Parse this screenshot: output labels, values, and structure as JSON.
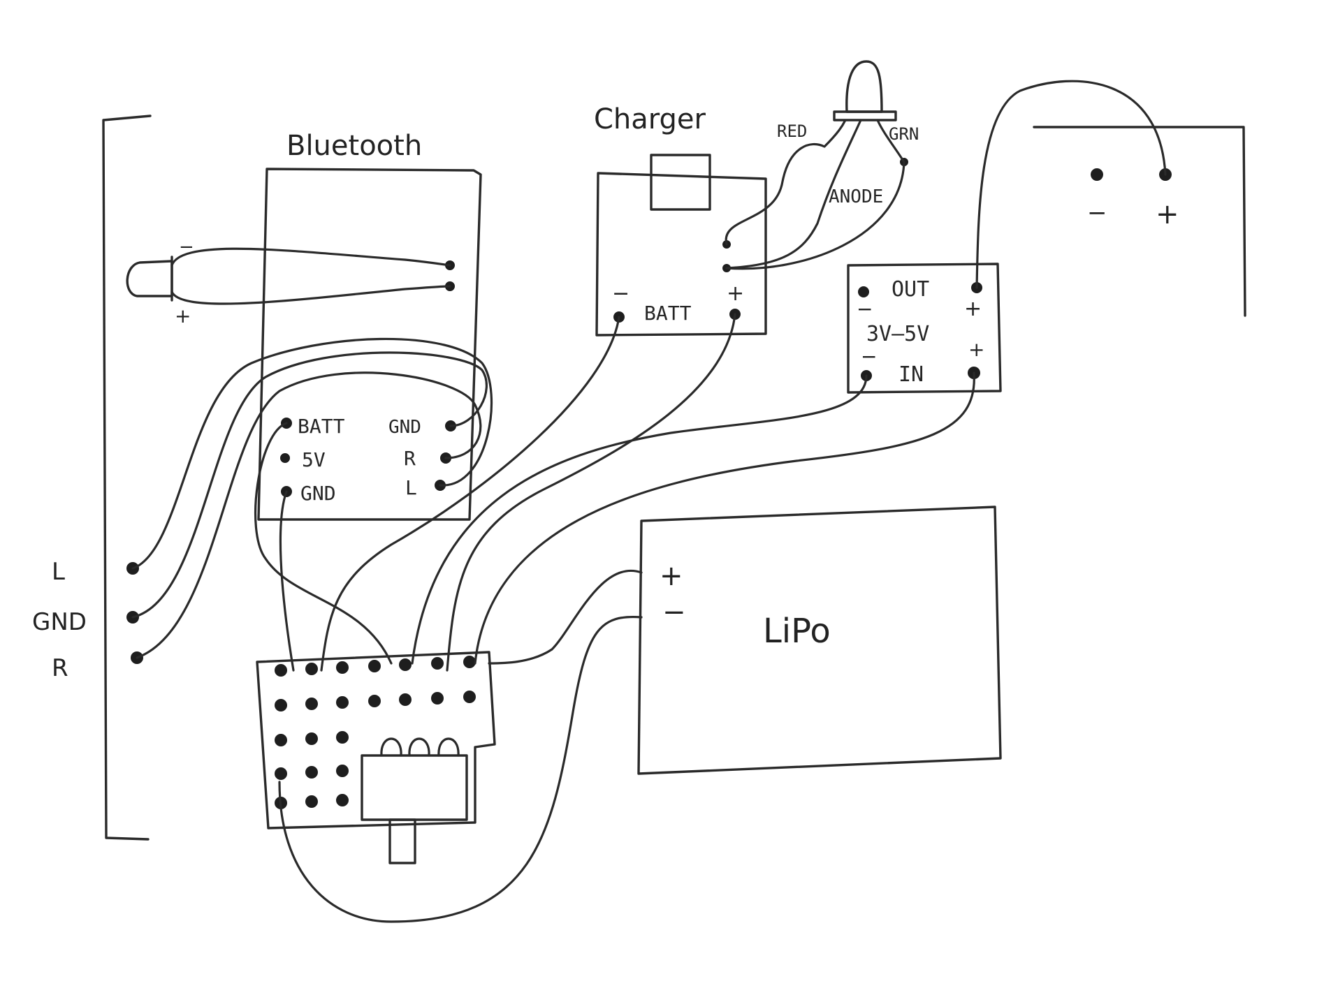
{
  "labels": {
    "bluetooth_title": "Bluetooth",
    "charger_title": "Charger",
    "lipo_title": "LiPo",
    "bt_batt": "BATT",
    "bt_5v": "5V",
    "bt_gnd_left": "GND",
    "bt_gnd_right": "GND",
    "bt_r": "R",
    "bt_l": "L",
    "charger_batt": "BATT",
    "charger_minus": "−",
    "charger_plus": "+",
    "led_red": "RED",
    "led_grn": "GRN",
    "led_anode": "ANODE",
    "conv_out": "OUT",
    "conv_in": "IN",
    "conv_range": "3V–5V",
    "conv_out_minus": "−",
    "conv_out_plus": "+",
    "conv_in_minus": "−",
    "conv_in_plus": "+",
    "out_minus": "−",
    "out_plus": "+",
    "jack_l": "L",
    "jack_gnd": "GND",
    "jack_r": "R",
    "lipo_plus": "+",
    "lipo_minus": "−",
    "small_led_minus": "−",
    "small_led_plus": "+"
  }
}
